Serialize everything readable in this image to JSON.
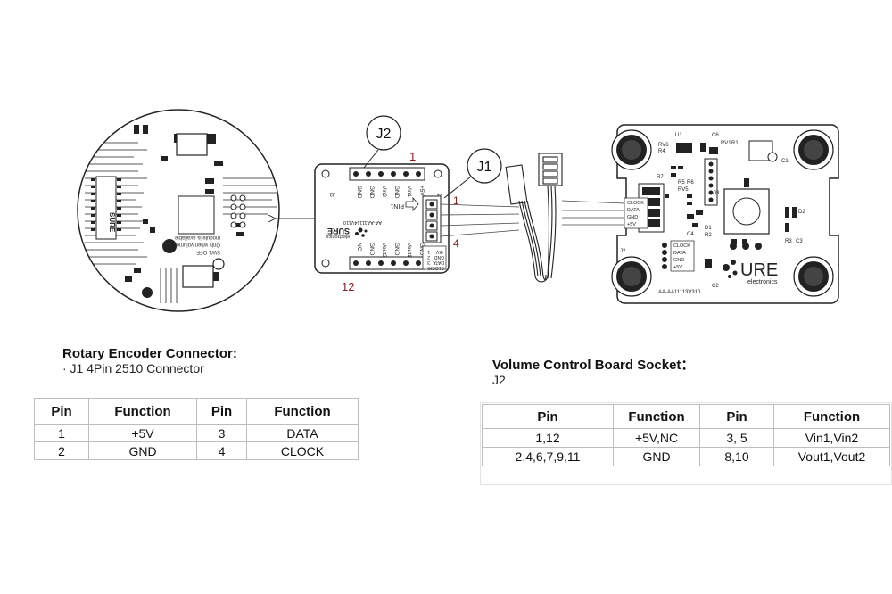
{
  "diagram": {
    "callouts": {
      "j2": "J2",
      "j1": "J1",
      "pin_1_top": "1",
      "pin_12": "12",
      "j1_pin1": "1",
      "j1_pin4": "4",
      "pin1_label": "PIN1"
    },
    "adapter_board": {
      "top_pins": [
        "GND",
        "GND",
        "Vin2",
        "GND",
        "Vin1",
        "+5V"
      ],
      "bottom_pins": [
        "NC",
        "GND",
        "Vout2",
        "GND",
        "Vout1",
        "GND"
      ],
      "ref_j2": "J2",
      "ref_j1": "J1",
      "brand": "SURE",
      "brand_sub": "electronics",
      "part_no": "AA-AA11114V110",
      "conn_pins": [
        "+5V",
        "GND",
        "DATA",
        "CLOCK"
      ],
      "conn_nums": [
        "1",
        "2",
        "3",
        "4"
      ]
    },
    "encoder_board": {
      "signals": [
        "CLOCK",
        "DATA",
        "GND",
        "+5V"
      ],
      "signals_lower": [
        "CLOCK",
        "DATA",
        "GND",
        "+5V"
      ],
      "labels": [
        "U1",
        "C6",
        "RV6",
        "R4",
        "RV1",
        "R1",
        "R7",
        "R5",
        "R6",
        "RV5",
        "J3",
        "D1",
        "R2",
        "C4",
        "D2",
        "R3",
        "C3",
        "C1",
        "J2",
        "C2"
      ],
      "brand": "URE",
      "brand_sub": "electronics",
      "part_no": "AA-AA11113V310"
    },
    "round_board": {
      "brand": "SURE",
      "notes": [
        "SW1 OFF",
        "Only when volume",
        "module is available"
      ]
    }
  },
  "section_rotary": {
    "title": "Rotary Encoder Connector:",
    "subtitle": "· J1 4Pin 2510 Connector",
    "headers": [
      "Pin",
      "Function",
      "Pin",
      "Function"
    ],
    "rows": [
      [
        "1",
        "+5V",
        "3",
        "DATA"
      ],
      [
        "2",
        "GND",
        "4",
        "CLOCK"
      ]
    ]
  },
  "section_volume": {
    "title": "Volume Control Board Socket：",
    "subtitle": "J2",
    "headers": [
      "Pin",
      "Function",
      "Pin",
      "Function"
    ],
    "rows": [
      [
        "1,12",
        "+5V,NC",
        "3, 5",
        "Vin1,Vin2"
      ],
      [
        "2,4,6,7,9,11",
        "GND",
        "8,10",
        "Vout1,Vout2"
      ]
    ]
  }
}
